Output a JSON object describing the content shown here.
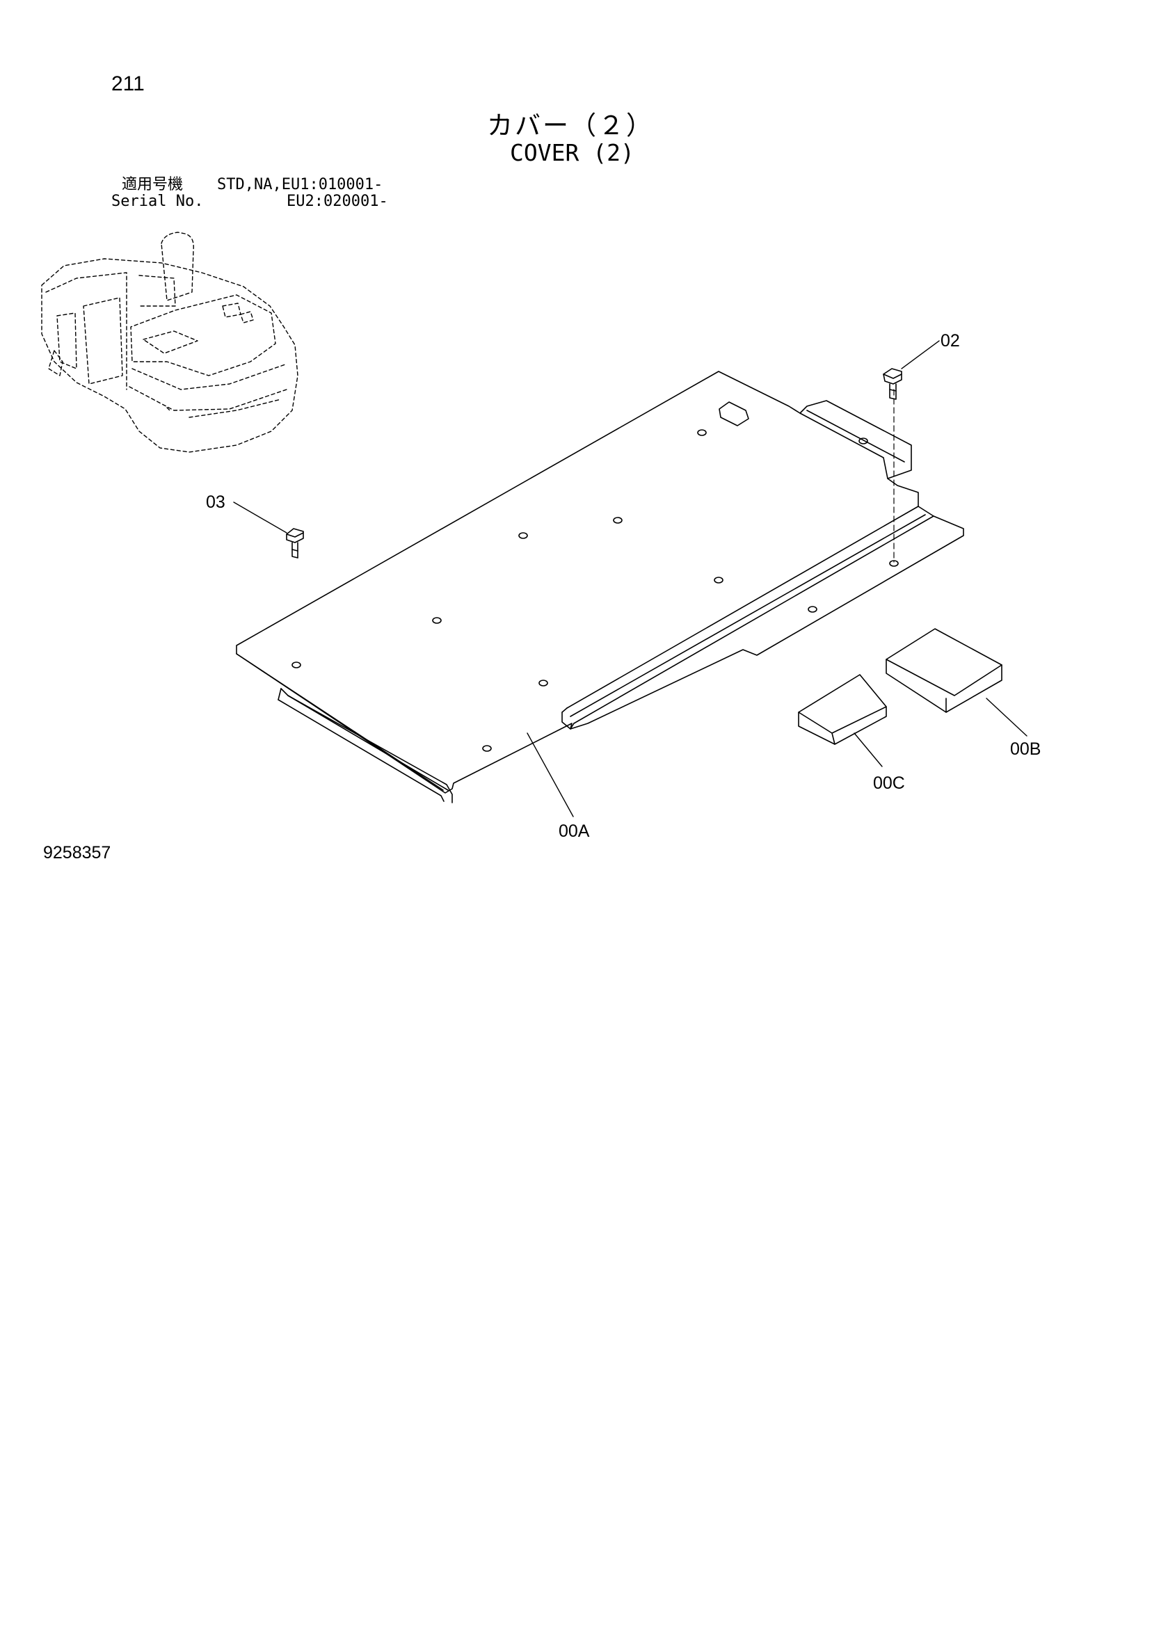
{
  "page_number": "211",
  "title_jp": "カバー（２）",
  "title_en": "COVER (2)",
  "serial": {
    "label_jp": "適用号機",
    "label_en": "Serial No.",
    "values": [
      "STD,NA,EU1:010001-",
      "EU2:020001-"
    ]
  },
  "callouts": {
    "p02": "02",
    "p03": "03",
    "p00a": "00A",
    "p00b": "00B",
    "p00c": "00C"
  },
  "drawing_number": "9258357"
}
